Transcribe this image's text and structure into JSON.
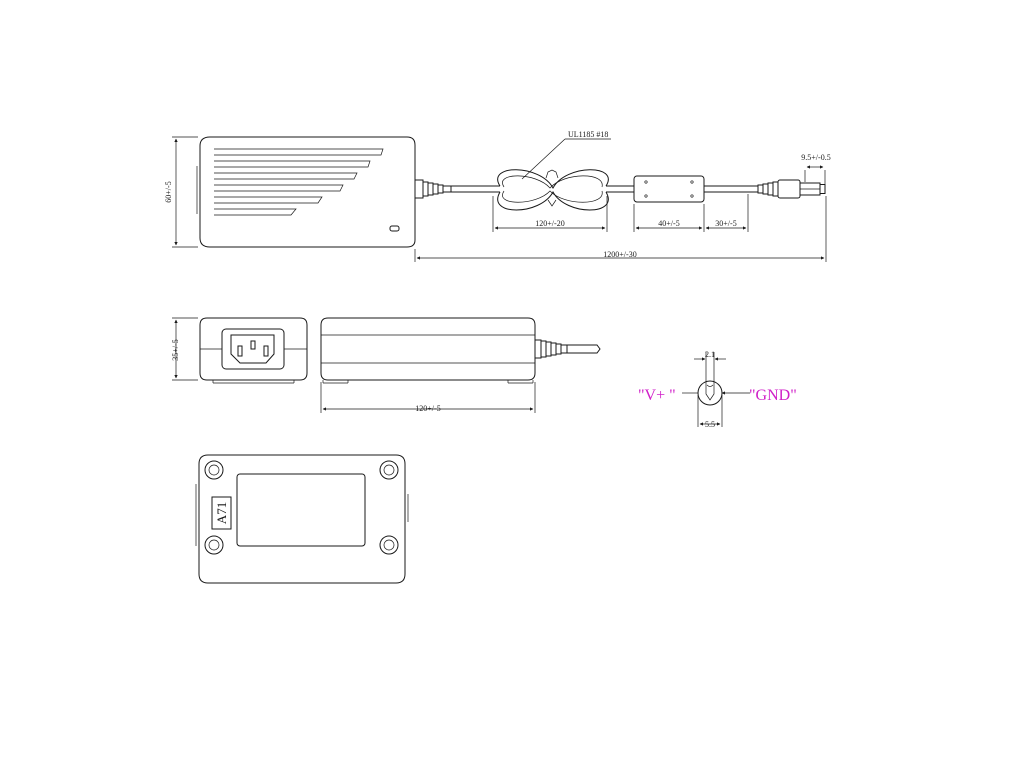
{
  "drawing": {
    "cable_label": "UL1185 #18",
    "dimensions": {
      "adapter_height": "60+/-5",
      "loop_length": "120+/-20",
      "ferrite_length": "40+/-5",
      "ferrite_to_plug": "30+/-5",
      "plug_tip": "9.5+/-0.5",
      "cable_total": "1200+/-30",
      "adapter_thickness": "35+/-5",
      "adapter_length": "120+/-5",
      "pin_inner": "2.1",
      "pin_outer": "5.5"
    },
    "polarity": {
      "positive": "\"V+ \"",
      "ground": "\"GND\""
    },
    "label_text": "A71",
    "colors": {
      "line": "#1a1a1a",
      "polarity_text": "#d020c8"
    }
  }
}
